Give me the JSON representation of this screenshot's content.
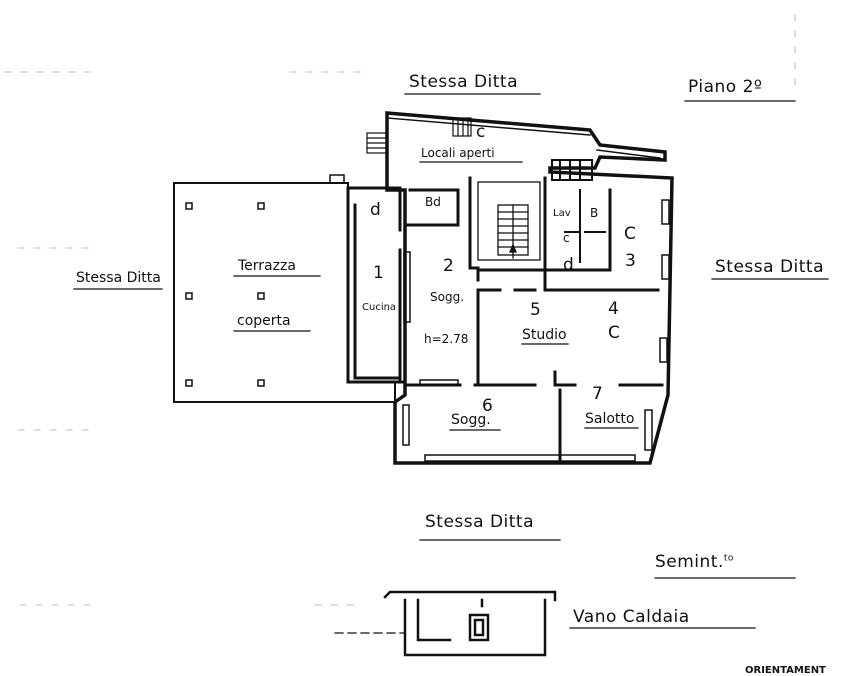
{
  "title": "Piano 2º",
  "neighbors": {
    "top": "Stessa Ditta",
    "left": "Stessa Ditta",
    "right": "Stessa Ditta",
    "bottom": "Stessa Ditta"
  },
  "rooms": {
    "locali_aperti": "Locali aperti",
    "locali_aperti_code": "c",
    "terrazza_1": "Terrazza",
    "terrazza_2": "coperta",
    "cucina": "Cucina",
    "cucina_num": "1",
    "ingresso_d": "d",
    "bagno": "Bd",
    "sogg_upper": "Sogg.",
    "sogg_upper_num": "2",
    "height": "h=2.78",
    "lav": "Lav",
    "b": "B",
    "c_small": "c",
    "d_small": "d",
    "c_right": "C",
    "c_right_num": "3",
    "studio": "Studio",
    "studio_num": "5",
    "c_mid": "C",
    "c_mid_num": "4",
    "sogg_lower": "Sogg.",
    "sogg_lower_num": "6",
    "salotto": "Salotto",
    "salotto_num": "7"
  },
  "basement": {
    "label": "Semint.",
    "label_sup": "to",
    "room": "Vano Caldaia"
  },
  "footer": "ORIENTAMENT"
}
